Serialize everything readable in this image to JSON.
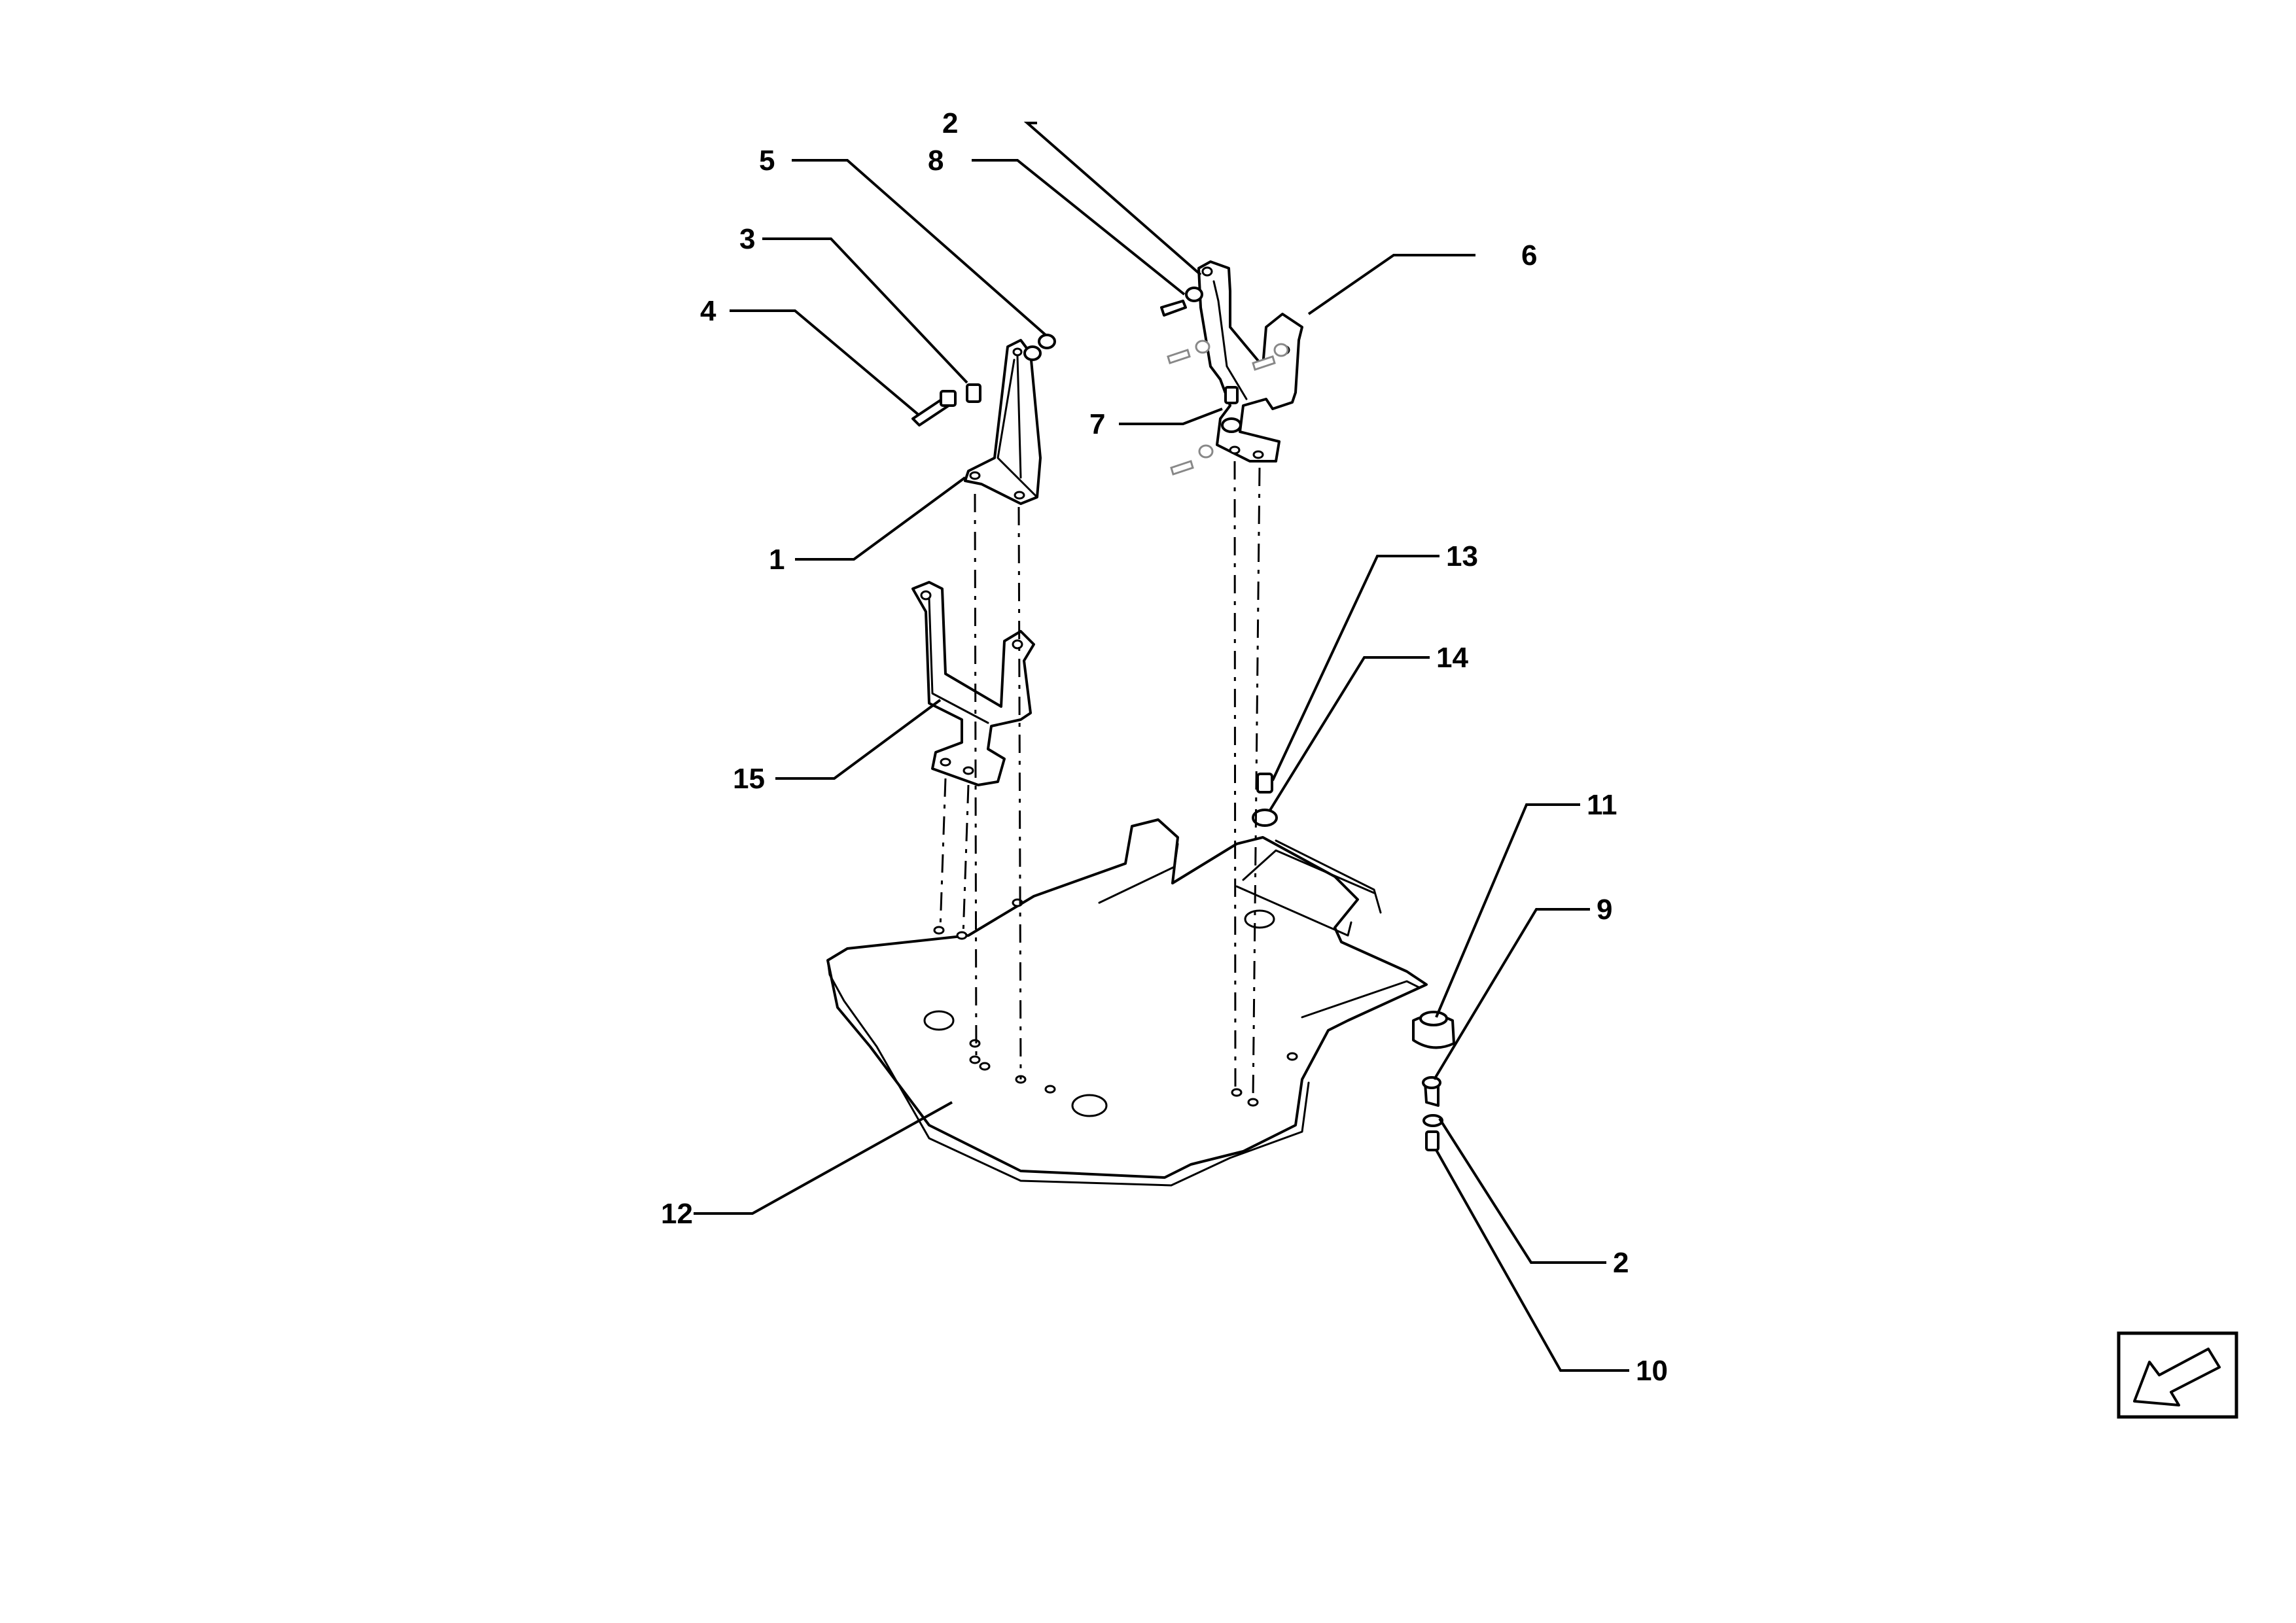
{
  "diagram": {
    "callouts": [
      {
        "id": "c1",
        "label": "1"
      },
      {
        "id": "c2a",
        "label": "2"
      },
      {
        "id": "c2b",
        "label": "2"
      },
      {
        "id": "c3",
        "label": "3"
      },
      {
        "id": "c4",
        "label": "4"
      },
      {
        "id": "c5",
        "label": "5"
      },
      {
        "id": "c6",
        "label": "6"
      },
      {
        "id": "c7",
        "label": "7"
      },
      {
        "id": "c8",
        "label": "8"
      },
      {
        "id": "c9",
        "label": "9"
      },
      {
        "id": "c10",
        "label": "10"
      },
      {
        "id": "c11",
        "label": "11"
      },
      {
        "id": "c12",
        "label": "12"
      },
      {
        "id": "c13",
        "label": "13"
      },
      {
        "id": "c14",
        "label": "14"
      },
      {
        "id": "c15",
        "label": "15"
      }
    ],
    "direction_icon": "front-direction-arrow-icon"
  }
}
